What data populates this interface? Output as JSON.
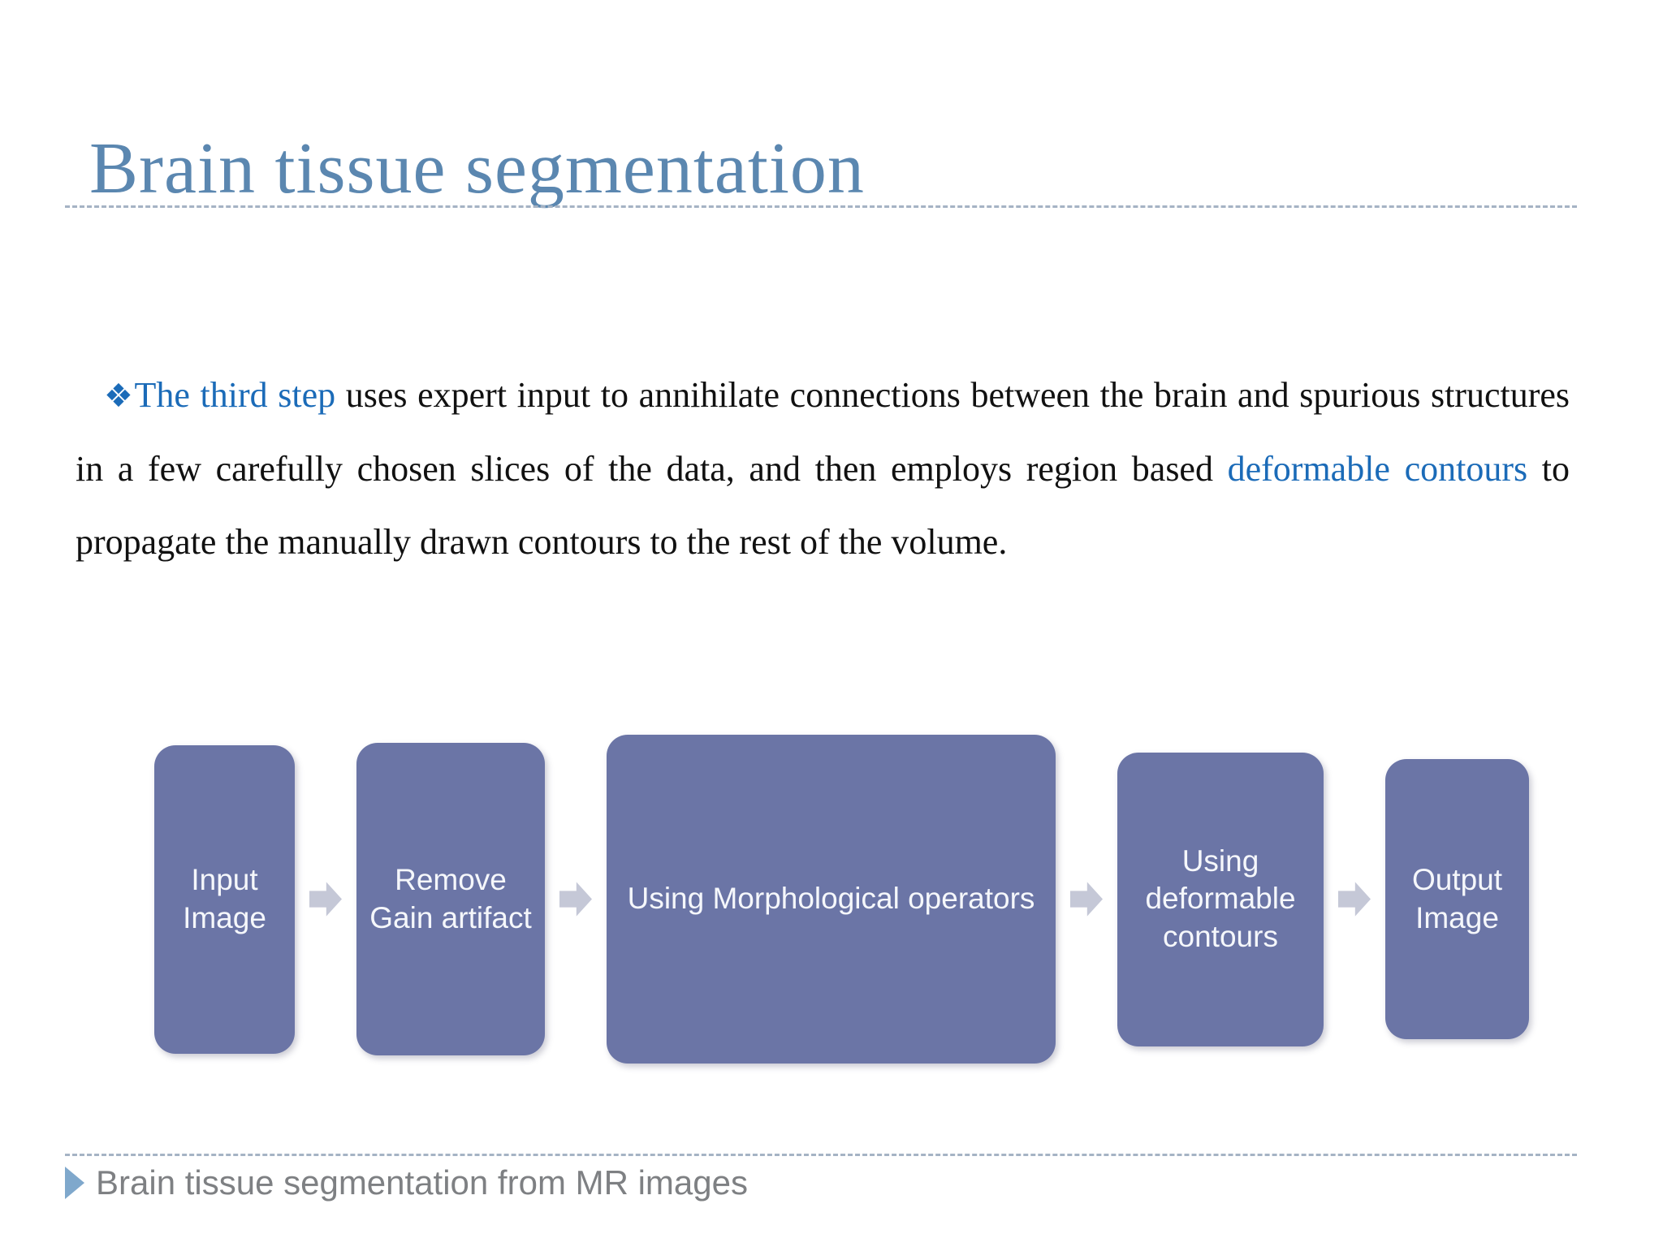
{
  "slide": {
    "title": "Brain tissue segmentation",
    "body": {
      "bullet": "❖",
      "segments": [
        {
          "text": "The third step",
          "style": "accent"
        },
        {
          "text": " uses expert input to annihilate connections between the brain and spurious structures in a few carefully chosen slices of the data, and then employs region based ",
          "style": "normal"
        },
        {
          "text": "deformable contours",
          "style": "accent"
        },
        {
          "text": " to propagate the manually drawn contours to the rest of the volume.",
          "style": "normal"
        }
      ]
    },
    "diagram": {
      "steps": [
        {
          "label": "Input Image"
        },
        {
          "label": "Remove Gain artifact"
        },
        {
          "label": "Using Morphological operators"
        },
        {
          "label": "Using deformable contours"
        },
        {
          "label": "Output Image"
        }
      ],
      "arrow_icon": "flow-arrow-right"
    },
    "footer": {
      "label": "Brain tissue segmentation from MR images"
    }
  },
  "colors": {
    "title_text": "#5b87b0",
    "accent_text": "#1b6bb8",
    "body_text": "#111111",
    "box_fill": "#6b75a6",
    "box_text": "#f5f7fb",
    "arrow_fill": "#c5c8d7",
    "divider": "#a5b3c4",
    "footer_text": "#7e8083",
    "footer_marker": "#7fa8cc"
  }
}
